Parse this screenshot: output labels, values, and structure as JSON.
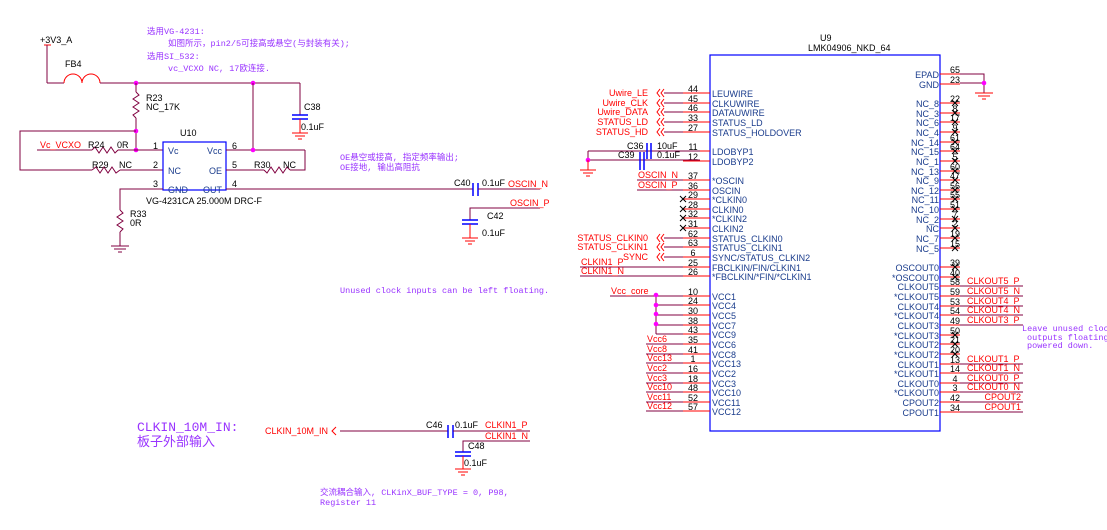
{
  "u10": {
    "ref": "U10",
    "part": "VG-4231CA 25.000M DRC-F",
    "pins_left": [
      {
        "num": "1",
        "name": "Vc"
      },
      {
        "num": "2",
        "name": "NC"
      },
      {
        "num": "3",
        "name": "GND"
      }
    ],
    "pins_right": [
      {
        "num": "6",
        "name": "Vcc"
      },
      {
        "num": "5",
        "name": "OE"
      },
      {
        "num": "4",
        "name": "OUT"
      }
    ]
  },
  "left_circuit": {
    "power": "+3V3_A",
    "fb4": {
      "ref": "FB4"
    },
    "r23": {
      "ref": "R23",
      "value": "NC_17K"
    },
    "c38": {
      "ref": "C38",
      "value": "0.1uF"
    },
    "r24": {
      "ref": "R24",
      "value": "0R"
    },
    "r29": {
      "ref": "R29",
      "value": "NC"
    },
    "r30": {
      "ref": "R30",
      "value": "NC"
    },
    "r33": {
      "ref": "R33",
      "value": "0R"
    },
    "c40": {
      "ref": "C40",
      "value": "0.1uF"
    },
    "c42": {
      "ref": "C42",
      "value": "0.1uF"
    },
    "net_vc": "Vc_VCXO",
    "net_oscin_n": "OSCIN_N",
    "net_oscin_p": "OSCIN_P"
  },
  "notes": {
    "top": [
      "选用VG-4231:",
      "如图所示，pin2/5可接高或悬空(与封装有关);",
      "选用SI_532:",
      "vc_VCXO NC, 17欧连接."
    ],
    "oe": [
      "OE悬空或接高, 指定频率输出;",
      "OE接地, 输出高阻抗"
    ],
    "unused_inputs": "Unused clock inputs can be left floating.",
    "clkin_title": [
      "CLKIN_10M_IN:",
      "板子外部输入"
    ],
    "ac_coupling": [
      "交流耦合输入, CLKinX_BUF_TYPE = 0, P98,",
      "Register 11"
    ],
    "unused_outputs": [
      "Leave unused clock",
      "outputs floating or",
      "powered down."
    ]
  },
  "clkin_circuit": {
    "net_in": "CLKIN_10M_IN",
    "c46": {
      "ref": "C46",
      "value": "0.1uF"
    },
    "c48": {
      "ref": "C48",
      "value": "0.1uF"
    },
    "net_p": "CLKIN1_P",
    "net_n": "CLKIN1_N"
  },
  "ldo_caps": {
    "c36": {
      "ref": "C36",
      "value": "10uF"
    },
    "c39": {
      "ref": "C39",
      "value": "0.1uF"
    }
  },
  "u9": {
    "ref": "U9",
    "part": "LMK04906_NKD_64",
    "left_pins": [
      {
        "num": "44",
        "name": "LEUWIRE",
        "net": "Uwire_LE",
        "arrow": true
      },
      {
        "num": "45",
        "name": "CLKUWIRE",
        "net": "Uwire_CLK",
        "arrow": true
      },
      {
        "num": "46",
        "name": "DATAUWIRE",
        "net": "Uwire_DATA",
        "arrow": true
      },
      {
        "num": "33",
        "name": "STATUS_LD",
        "net": "STATUS_LD",
        "arrow": true
      },
      {
        "num": "27",
        "name": "STATUS_HOLDOVER",
        "net": "STATUS_HD",
        "arrow": true
      },
      null,
      {
        "num": "11",
        "name": "LDOBYP1"
      },
      {
        "num": "12",
        "name": "LDOBYP2"
      },
      null,
      {
        "num": "37",
        "name": "*OSCIN",
        "net": "OSCIN_N"
      },
      {
        "num": "36",
        "name": "OSCIN",
        "net": "OSCIN_P"
      },
      {
        "num": "29",
        "name": "*CLKIN0",
        "nc": true
      },
      {
        "num": "28",
        "name": "CLKIN0",
        "nc": true
      },
      {
        "num": "32",
        "name": "*CLKIN2",
        "nc": true
      },
      {
        "num": "31",
        "name": "CLKIN2",
        "nc": true
      },
      {
        "num": "62",
        "name": "STATUS_CLKIN0",
        "net": "STATUS_CLKIN0",
        "arrow": true
      },
      {
        "num": "63",
        "name": "STATUS_CLKIN1",
        "net": "STATUS_CLKIN1",
        "arrow": true
      },
      {
        "num": "6",
        "name": "SYNC/STATUS_CLKIN2",
        "net": "SYNC",
        "arrow": true
      },
      {
        "num": "25",
        "name": "FBCLKIN/FIN/CLKIN1",
        "net": "CLKIN1_P"
      },
      {
        "num": "26",
        "name": "*FBCLKIN/*FIN/*CLKIN1",
        "net": "CLKIN1_N"
      },
      null,
      {
        "num": "10",
        "name": "VCC1",
        "net": "Vcc_core"
      },
      {
        "num": "24",
        "name": "VCC4"
      },
      {
        "num": "30",
        "name": "VCC5"
      },
      {
        "num": "38",
        "name": "VCC7"
      },
      {
        "num": "43",
        "name": "VCC9"
      },
      {
        "num": "35",
        "name": "VCC6",
        "net": "Vcc6"
      },
      {
        "num": "41",
        "name": "VCC8",
        "net": "Vcc8"
      },
      {
        "num": "1",
        "name": "VCC13",
        "net": "Vcc13"
      },
      {
        "num": "16",
        "name": "VCC2",
        "net": "Vcc2"
      },
      {
        "num": "18",
        "name": "VCC3",
        "net": "Vcc3"
      },
      {
        "num": "48",
        "name": "VCC10",
        "net": "Vcc10"
      },
      {
        "num": "52",
        "name": "VCC11",
        "net": "Vcc11"
      },
      {
        "num": "57",
        "name": "VCC12",
        "net": "Vcc12"
      }
    ],
    "right_pins": [
      {
        "num": "65",
        "name": "EPAD"
      },
      {
        "num": "23",
        "name": "GND"
      },
      null,
      {
        "num": "22",
        "name": "NC_8",
        "nc": true
      },
      {
        "num": "8",
        "name": "NC_3",
        "nc": true
      },
      {
        "num": "17",
        "name": "NC_6",
        "nc": true
      },
      {
        "num": "9",
        "name": "NC_4",
        "nc": true
      },
      {
        "num": "61",
        "name": "NC_14",
        "nc": true
      },
      {
        "num": "64",
        "name": "NC_15",
        "nc": true
      },
      {
        "num": "5",
        "name": "NC_1",
        "nc": true
      },
      {
        "num": "60",
        "name": "NC_13",
        "nc": true
      },
      {
        "num": "47",
        "name": "NC_9",
        "nc": true
      },
      {
        "num": "56",
        "name": "NC_12",
        "nc": true
      },
      {
        "num": "55",
        "name": "NC_11",
        "nc": true
      },
      {
        "num": "51",
        "name": "NC_10",
        "nc": true
      },
      {
        "num": "7",
        "name": "NC_2",
        "nc": true
      },
      {
        "num": "2",
        "name": "NC",
        "nc": true
      },
      {
        "num": "19",
        "name": "NC_7",
        "nc": true
      },
      {
        "num": "15",
        "name": "NC_5",
        "nc": true
      },
      null,
      {
        "num": "39",
        "name": "OSCOUT0",
        "nc": true
      },
      {
        "num": "40",
        "name": "*OSCOUT0",
        "nc": true
      },
      {
        "num": "58",
        "name": "CLKOUT5",
        "net": "CLKOUT5_P"
      },
      {
        "num": "59",
        "name": "*CLKOUT5",
        "net": "CLKOUT5_N"
      },
      {
        "num": "53",
        "name": "CLKOUT4",
        "net": "CLKOUT4_P"
      },
      {
        "num": "54",
        "name": "*CLKOUT4",
        "net": "CLKOUT4_N"
      },
      {
        "num": "49",
        "name": "CLKOUT3",
        "net": "CLKOUT3_P"
      },
      {
        "num": "50",
        "name": "*CLKOUT3",
        "nc": true
      },
      {
        "num": "21",
        "name": "CLKOUT2",
        "nc": true
      },
      {
        "num": "20",
        "name": "*CLKOUT2",
        "nc": true
      },
      {
        "num": "13",
        "name": "CLKOUT1",
        "net": "CLKOUT1_P"
      },
      {
        "num": "14",
        "name": "*CLKOUT1",
        "net": "CLKOUT1_N"
      },
      {
        "num": "4",
        "name": "CLKOUT0",
        "net": "CLKOUT0_P"
      },
      {
        "num": "3",
        "name": "*CLKOUT0",
        "net": "CLKOUT0_N"
      },
      {
        "num": "42",
        "name": "CPOUT2",
        "net": "CPOUT2",
        "right": true
      },
      {
        "num": "34",
        "name": "CPOUT1",
        "net": "CPOUT1",
        "right": true
      }
    ]
  }
}
